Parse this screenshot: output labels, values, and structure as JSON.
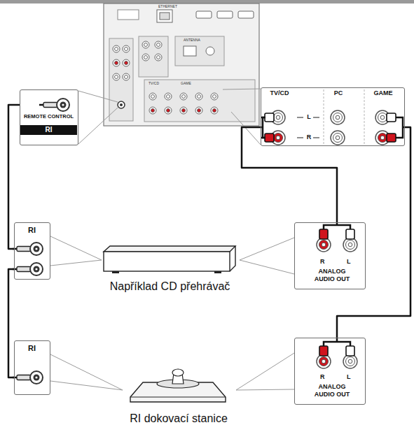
{
  "diagram": {
    "nodes": [
      {
        "text": [
          "REMOTE CONTROL",
          "RI"
        ]
      },
      {
        "text": [
          "TV/CD",
          "PC",
          "GAME",
          "L",
          "R"
        ]
      },
      {
        "text": [
          "RI"
        ]
      },
      {
        "text": [
          "Například CD přehrávač"
        ]
      },
      {
        "text": [
          "R",
          "L",
          "ANALOG AUDIO OUT"
        ]
      },
      {
        "text": [
          "RI"
        ]
      },
      {
        "text": [
          "RI dokovací stanice"
        ]
      },
      {
        "text": [
          "R",
          "L",
          "ANALOG AUDIO OUT"
        ]
      }
    ],
    "edges": [
      {
        "from": 0,
        "to": 2,
        "arrow": "none"
      },
      {
        "from": 2,
        "to": 5,
        "arrow": "none"
      },
      {
        "from": 4,
        "to": 1,
        "arrow": "none"
      },
      {
        "from": 7,
        "to": 1,
        "arrow": "none"
      },
      {
        "from": 2,
        "to": 3,
        "arrow": "none"
      },
      {
        "from": 3,
        "to": 4,
        "arrow": "none"
      },
      {
        "from": 5,
        "to": 6,
        "arrow": "none"
      },
      {
        "from": 6,
        "to": 7,
        "arrow": "none"
      }
    ],
    "labels": [
      "ETHERNET",
      "ANTENNA",
      "TV/CD",
      "GAME"
    ]
  }
}
